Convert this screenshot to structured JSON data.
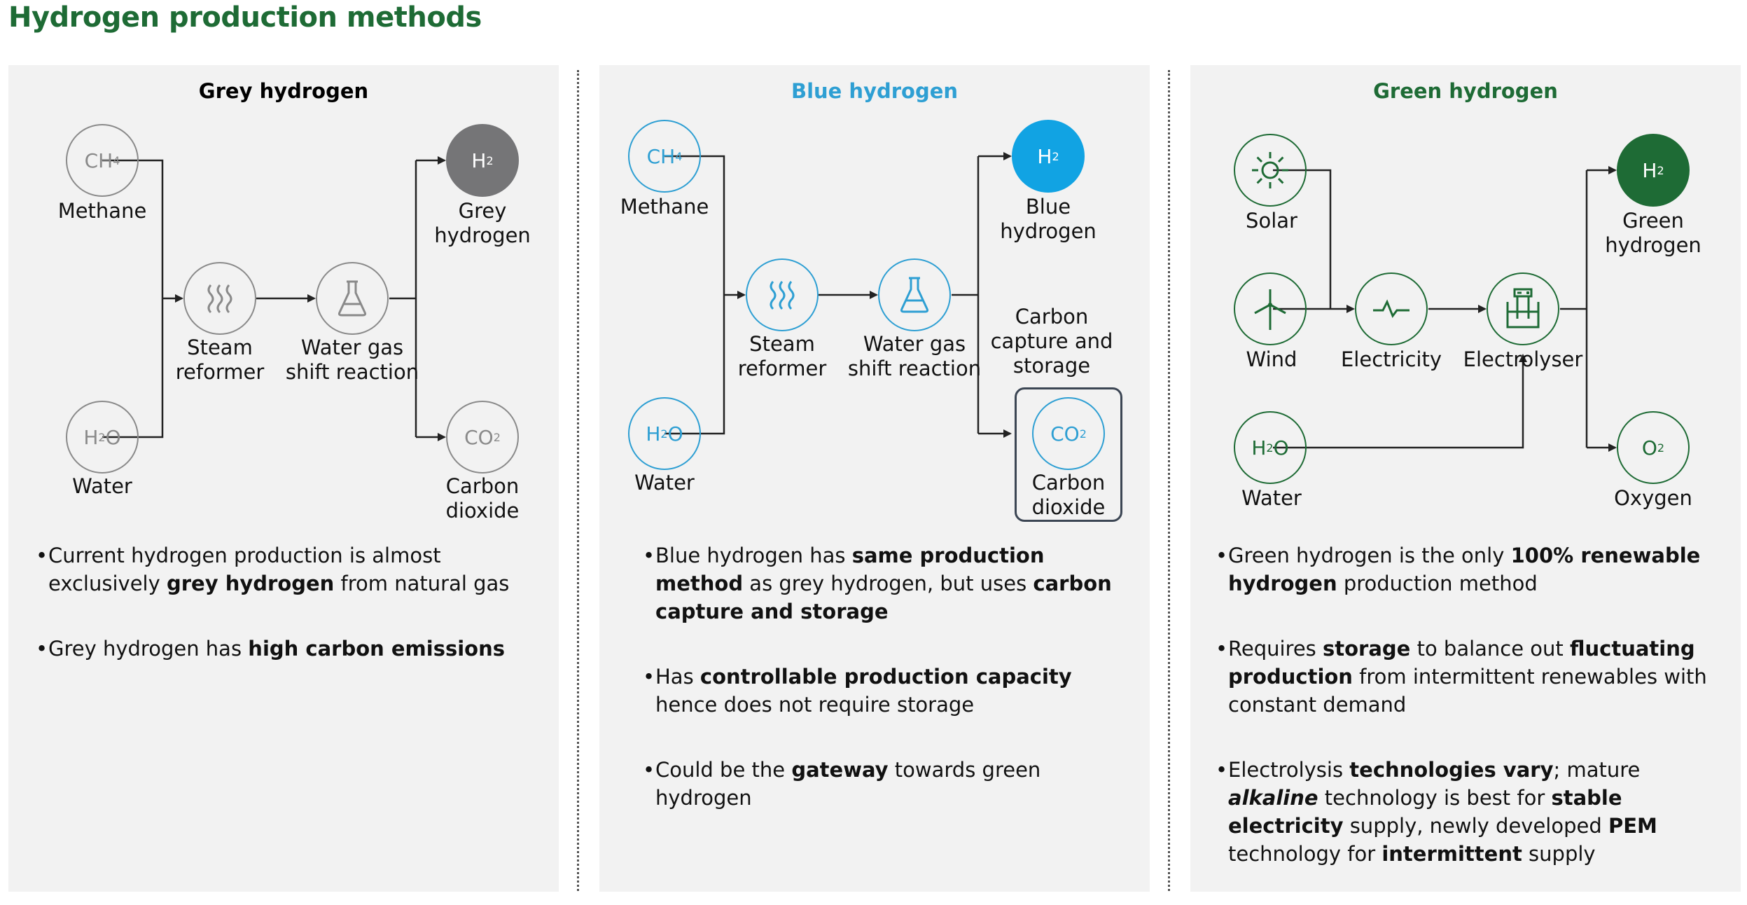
{
  "title": "Hydrogen production methods",
  "panels": {
    "grey": {
      "title": "Grey hydrogen",
      "nodes": {
        "methane": {
          "formula": "CH",
          "sub": "4",
          "label": "Methane"
        },
        "water": {
          "formula_pre": "H",
          "sub": "2",
          "formula_post": "O",
          "label": "Water"
        },
        "reformer": {
          "label_1": "Steam",
          "label_2": "reformer"
        },
        "shift": {
          "label_1": "Water gas",
          "label_2": "shift reaction"
        },
        "h2": {
          "formula": "H",
          "sub": "2",
          "label_1": "Grey",
          "label_2": "hydrogen"
        },
        "co2": {
          "formula": "CO",
          "sub": "2",
          "label_1": "Carbon",
          "label_2": "dioxide"
        }
      },
      "bullets": [
        {
          "t1": "Current hydrogen production is almost exclusively ",
          "b1": "grey hydrogen",
          "t2": " from natural gas"
        },
        {
          "t1": "Grey hydrogen has ",
          "b1": "high carbon emissions"
        }
      ]
    },
    "blue": {
      "title": "Blue hydrogen",
      "nodes": {
        "methane": {
          "formula": "CH",
          "sub": "4",
          "label": "Methane"
        },
        "water": {
          "formula_pre": "H ",
          "sub": "2",
          "formula_post": "O",
          "label": "Water"
        },
        "reformer": {
          "label_1": "Steam",
          "label_2": "reformer"
        },
        "shift": {
          "label_1": "Water gas",
          "label_2": "shift reaction"
        },
        "h2": {
          "formula": "H",
          "sub": "2",
          "label_1": "Blue",
          "label_2": "hydrogen"
        },
        "ccs": {
          "label_1": "Carbon",
          "label_2": "capture and",
          "label_3": "storage"
        },
        "co2": {
          "formula": "CO",
          "sub": "2",
          "label_1": "Carbon",
          "label_2": "dioxide"
        }
      },
      "bullets": [
        {
          "t1": "Blue hydrogen has ",
          "b1": "same production method",
          "t2": " as grey hydrogen, but uses ",
          "b2": "carbon capture and storage"
        },
        {
          "t1": "Has ",
          "b1": "controllable production capacity",
          "t2": " hence does not require storage"
        },
        {
          "t1": "Could be the ",
          "b1": "gateway",
          "t2": " towards green hydrogen"
        }
      ]
    },
    "green": {
      "title": "Green hydrogen",
      "nodes": {
        "solar": {
          "label": "Solar"
        },
        "wind": {
          "label": "Wind"
        },
        "water": {
          "formula_pre": "H",
          "sub": "2",
          "formula_post": "O",
          "label": "Water"
        },
        "electricity": {
          "label": "Electricity"
        },
        "electrolyser": {
          "label": "Electrolyser"
        },
        "h2": {
          "formula": "H",
          "sub": "2",
          "label_1": "Green",
          "label_2": "hydrogen"
        },
        "o2": {
          "formula": "O",
          "sub": "2",
          "label": "Oxygen"
        }
      },
      "bullets": [
        {
          "t1": "Green hydrogen is the only ",
          "b1": "100% renewable hydrogen",
          "t2": " production method"
        },
        {
          "t1": "Requires ",
          "b1": "storage",
          "t2": " to balance out ",
          "b2": "fluctuating production",
          "t3": " from intermittent renewables with constant demand"
        },
        {
          "t1": "Electrolysis ",
          "b1": "technologies vary",
          "t2": "; mature ",
          "bi": "alkaline",
          "t3": " technology is best for ",
          "b2": "stable electricity",
          "t4": " supply, newly developed ",
          "b3": "PEM",
          "t5": " technology for ",
          "b4": "intermittent",
          "t6": " supply"
        }
      ]
    }
  },
  "colors": {
    "grey_title": "#000000",
    "blue": "#2e9fd3",
    "green": "#1e6b35",
    "grey_node": "#757577",
    "blue_node": "#11a3e3"
  }
}
